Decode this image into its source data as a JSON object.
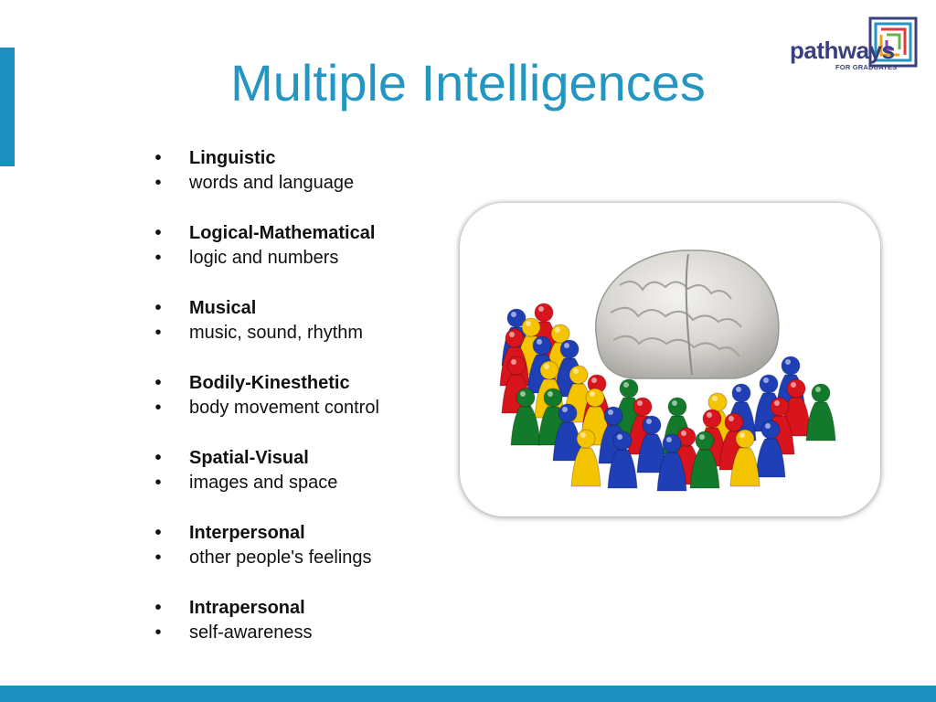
{
  "slide": {
    "title": "Multiple Intelligences"
  },
  "logo": {
    "word": "pathways",
    "sub": "FOR GRADUATES"
  },
  "bullet_glyph": "•",
  "intelligences": [
    {
      "name": "Linguistic",
      "description": "words and language"
    },
    {
      "name": "Logical-Mathematical",
      "description": "logic and numbers"
    },
    {
      "name": "Musical",
      "description": "music, sound, rhythm"
    },
    {
      "name": "Bodily-Kinesthetic",
      "description": "body movement control"
    },
    {
      "name": "Spatial-Visual",
      "description": "images and space"
    },
    {
      "name": "Interpersonal",
      "description": "other people's feelings"
    },
    {
      "name": "Intrapersonal",
      "description": "self-awareness"
    }
  ],
  "colors": {
    "accent": "#1d8fbe",
    "title": "#2596c2",
    "logo_text": "#3a3f7e",
    "pawn_red": "#d8141c",
    "pawn_blue": "#1f3fb6",
    "pawn_yellow": "#f5c400",
    "pawn_green": "#137a2c",
    "brain": "#d9d7d2"
  }
}
